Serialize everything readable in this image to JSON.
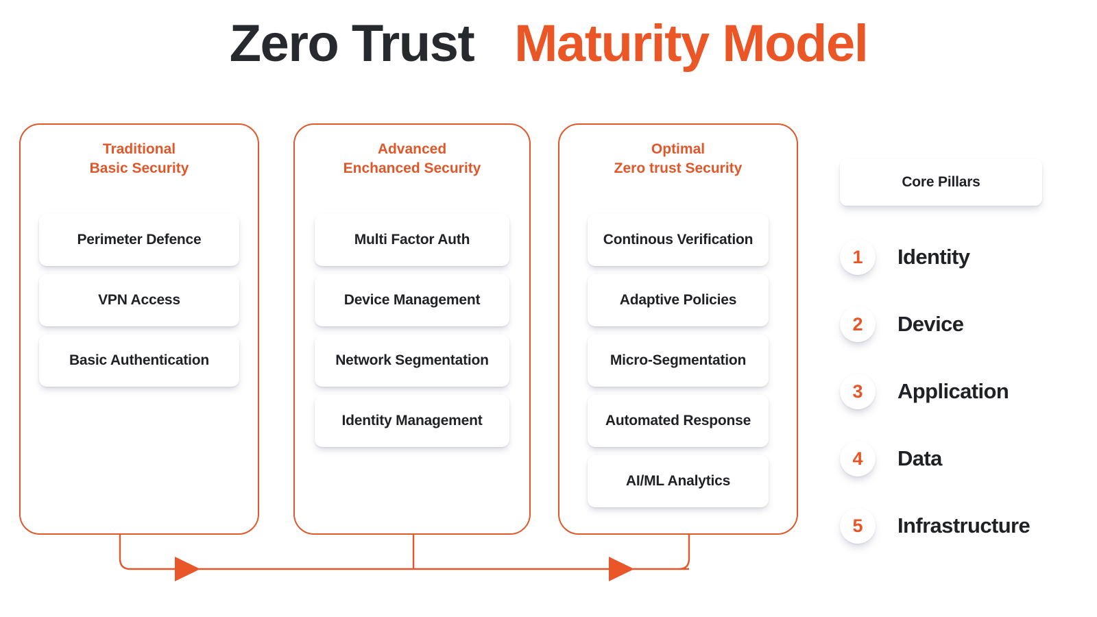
{
  "title": {
    "dark": "Zero Trust",
    "accent": "Maturity Model"
  },
  "colors": {
    "accent": "#e8562a",
    "dark_text": "#26292d",
    "card_bg": "#ffffff",
    "page_bg": "#ffffff"
  },
  "stages": [
    {
      "heading_line1": "Traditional",
      "heading_line2": "Basic Security",
      "items": [
        "Perimeter Defence",
        "VPN Access",
        "Basic Authentication"
      ]
    },
    {
      "heading_line1": "Advanced",
      "heading_line2": "Enchanced Security",
      "items": [
        "Multi Factor Auth",
        "Device Management",
        "Network Segmentation",
        "Identity Management"
      ]
    },
    {
      "heading_line1": "Optimal",
      "heading_line2": "Zero trust Security",
      "items": [
        "Continous Verification",
        "Adaptive Policies",
        "Micro-Segmentation",
        "Automated Response",
        "AI/ML Analytics"
      ]
    }
  ],
  "pillars": {
    "heading": "Core Pillars",
    "items": [
      {
        "number": "1",
        "label": "Identity"
      },
      {
        "number": "2",
        "label": "Device"
      },
      {
        "number": "3",
        "label": "Application"
      },
      {
        "number": "4",
        "label": "Data"
      },
      {
        "number": "5",
        "label": "Infrastructure"
      }
    ]
  },
  "flow": {
    "icon": "arrow-right-icon",
    "arrow_count": 2
  }
}
